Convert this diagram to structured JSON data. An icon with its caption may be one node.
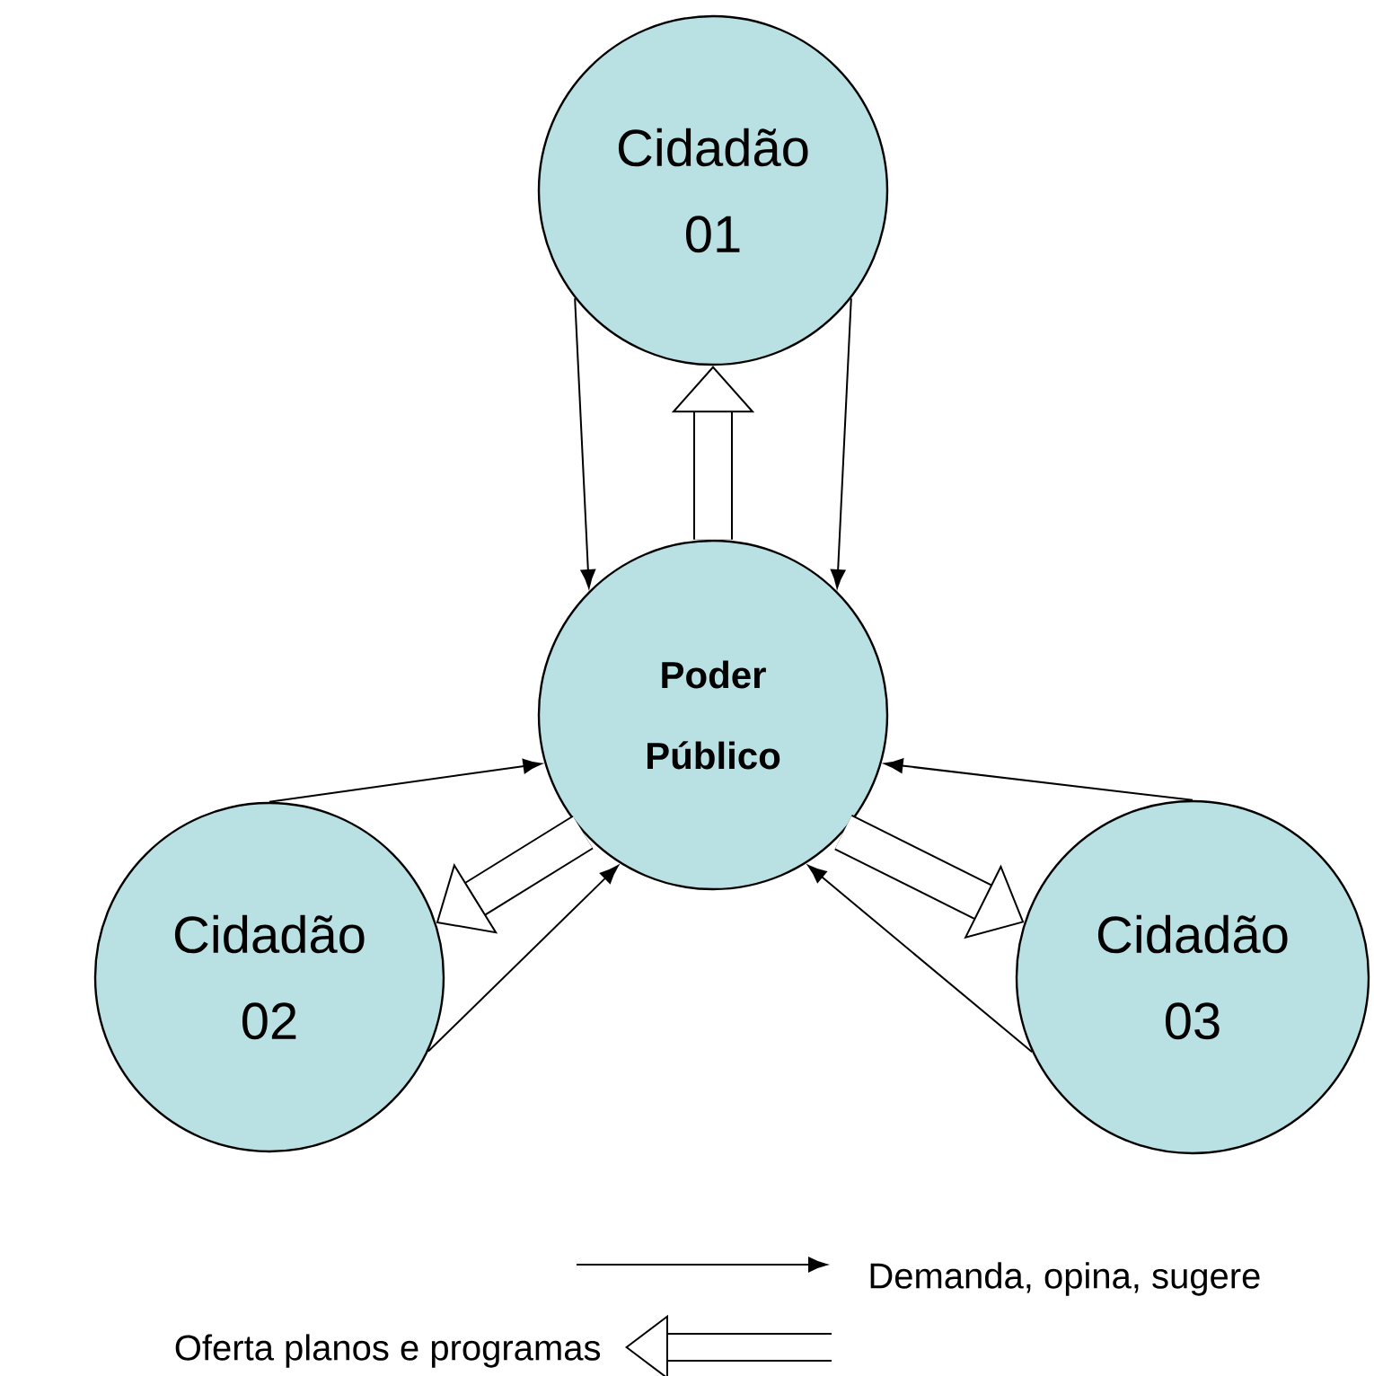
{
  "diagram": {
    "nodes": [
      {
        "text": [
          "Cidadão 01"
        ]
      },
      {
        "text": [
          "Poder Público"
        ]
      },
      {
        "text": [
          "Cidadão 02"
        ]
      },
      {
        "text": [
          "Cidadão 03"
        ]
      }
    ],
    "edges": [
      {
        "from": 0,
        "to": 1,
        "arrow": "to"
      },
      {
        "from": 0,
        "to": 1,
        "arrow": "to"
      },
      {
        "from": 1,
        "to": 0,
        "arrow": "to",
        "style": "thick"
      },
      {
        "from": 2,
        "to": 1,
        "arrow": "to"
      },
      {
        "from": 2,
        "to": 1,
        "arrow": "to"
      },
      {
        "from": 1,
        "to": 2,
        "arrow": "to",
        "style": "thick"
      },
      {
        "from": 3,
        "to": 1,
        "arrow": "to"
      },
      {
        "from": 3,
        "to": 1,
        "arrow": "to"
      },
      {
        "from": 1,
        "to": 3,
        "arrow": "to",
        "style": "thick"
      }
    ],
    "legend": [
      {
        "text": "Demanda, opina, sugere"
      },
      {
        "text": "Oferta planos e programas"
      }
    ]
  }
}
